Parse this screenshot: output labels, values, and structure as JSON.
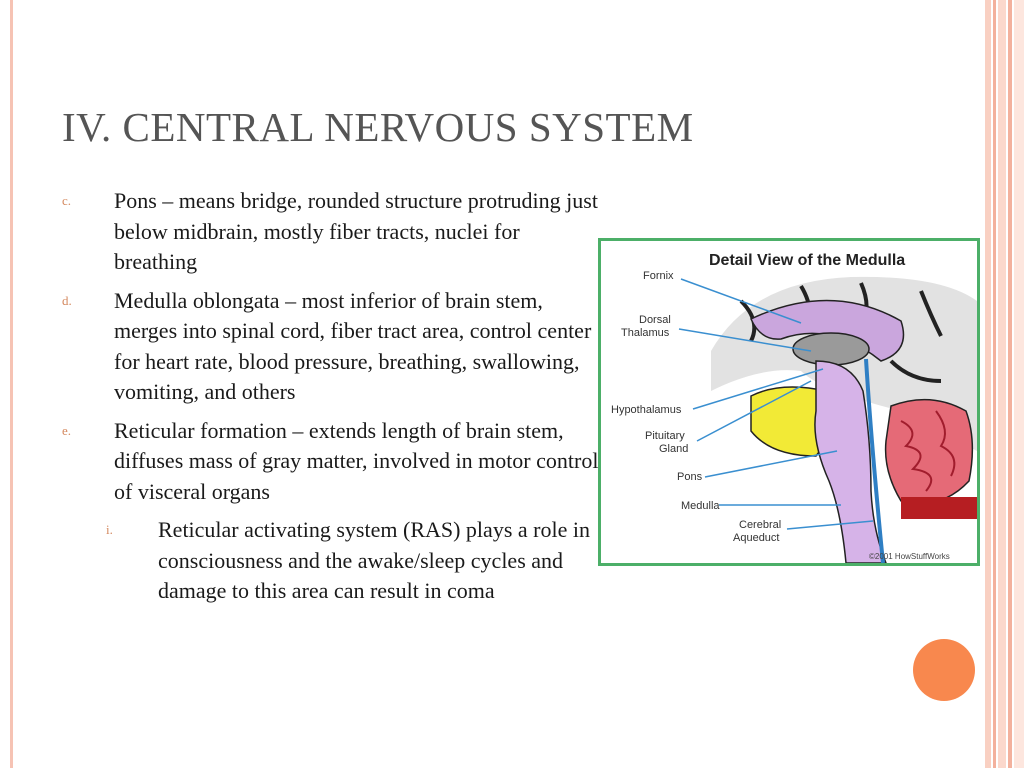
{
  "slide": {
    "title": "IV. CENTRAL NERVOUS SYSTEM",
    "items": [
      {
        "marker": "c.",
        "text": "Pons – means bridge, rounded structure protruding just below midbrain, mostly fiber tracts, nuclei for breathing"
      },
      {
        "marker": "d.",
        "text": "Medulla oblongata – most inferior of brain stem, merges into spinal cord, fiber tract area, control center for heart rate, blood pressure, breathing, swallowing, vomiting, and others"
      },
      {
        "marker": "e.",
        "text": "Reticular formation – extends length of brain stem, diffuses mass of gray matter, involved in motor control of visceral organs"
      }
    ],
    "subitem": {
      "marker": "i.",
      "text": "Reticular activating system (RAS) plays a role in consciousness and the awake/sleep cycles and damage to this area can result in coma"
    }
  },
  "figure": {
    "heading": "Detail View of the Medulla",
    "labels": {
      "fornix": "Fornix",
      "dorsal_1": "Dorsal",
      "dorsal_2": "Thalamus",
      "hypothalamus": "Hypothalamus",
      "pituitary_1": "Pituitary",
      "pituitary_2": "Gland",
      "pons": "Pons",
      "medulla": "Medulla",
      "cerebral_1": "Cerebral",
      "cerebral_2": "Aqueduct"
    },
    "copyright": "©2001 HowStuffWorks"
  },
  "colors": {
    "accent": "#d4895f",
    "title": "#555555",
    "figure_border": "#4caf68",
    "circle": "#f8884e"
  }
}
